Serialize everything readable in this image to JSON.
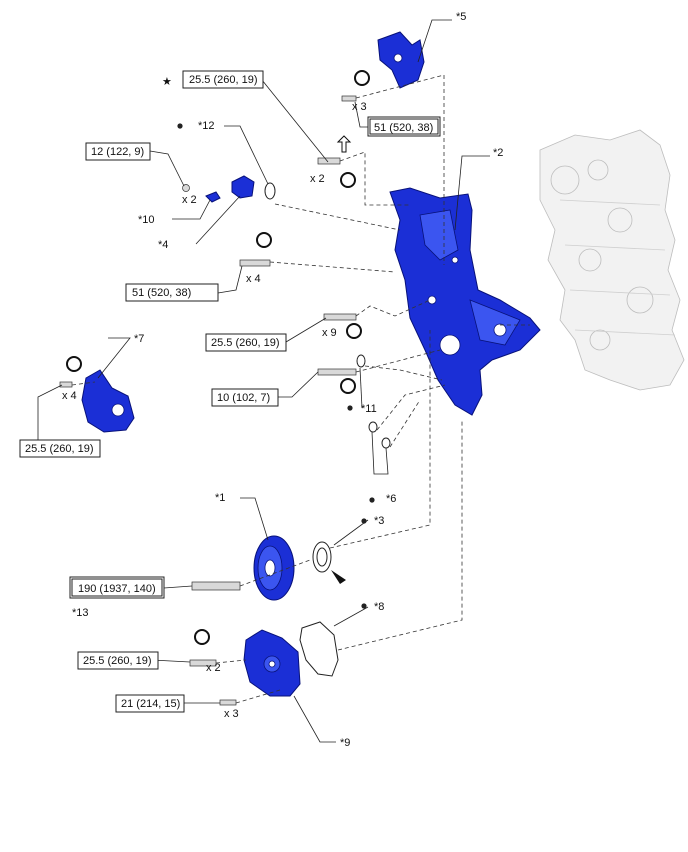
{
  "labels": {
    "p1": "*1",
    "p2": "*2",
    "p3": "*3",
    "p4": "*4",
    "p5": "*5",
    "p6": "*6",
    "p7": "*7",
    "p8": "*8",
    "p9": "*9",
    "p10": "*10",
    "p11": "*11",
    "p12": "*12",
    "p13": "*13"
  },
  "torque": {
    "t_star": "25.5 (260, 19)",
    "t_51_top": "51 (520, 38)",
    "t_12": "12 (122, 9)",
    "t_51_mid": "51 (520, 38)",
    "t_25_x9": "25.5 (260, 19)",
    "t_10": "10 (102, 7)",
    "t_25_p7": "25.5 (260, 19)",
    "t_190": "190 (1937, 140)",
    "t_25_p9": "25.5 (260, 19)",
    "t_21": "21 (214, 15)"
  },
  "qty": {
    "x2_star": "x 2",
    "x3_top": "x 3",
    "x2_p10": "x 2",
    "x4_mid": "x 4",
    "x9": "x 9",
    "x4_p7": "x 4",
    "x2_p9": "x 2",
    "x3_p9": "x 3"
  },
  "symbols": {
    "star": "★"
  }
}
